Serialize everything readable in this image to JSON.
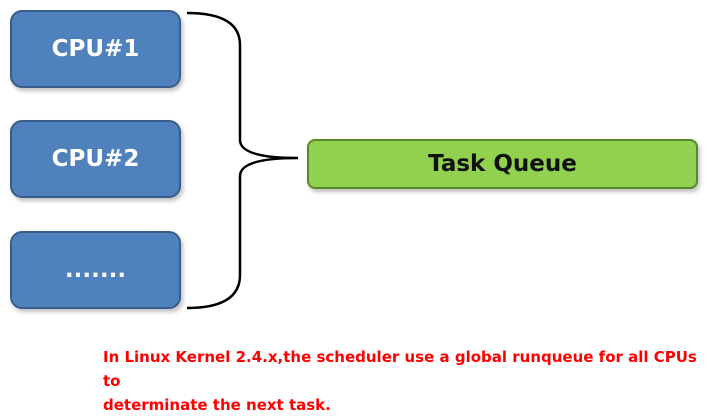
{
  "diagram": {
    "cpus": [
      {
        "label": "CPU#1"
      },
      {
        "label": "CPU#2"
      },
      {
        "label": "......."
      }
    ],
    "queue_label": "Task Queue",
    "note_lines": [
      "In Linux Kernel 2.4.x,the scheduler use a global runqueue for all CPUs to",
      "determinate the next task."
    ],
    "colors": {
      "cpu_fill": "#4f81bd",
      "queue_fill": "#92d050",
      "note_text": "#ff0000"
    }
  }
}
